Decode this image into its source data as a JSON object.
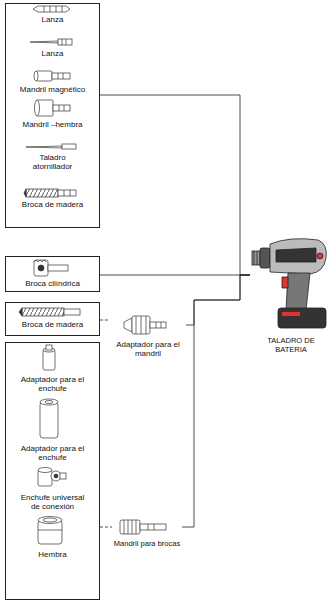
{
  "diagram": {
    "nodes": [
      {
        "text": [
          "Lanza",
          "Lanza",
          "Mandril magnético",
          "Mandril –hembra",
          "Taladro atornillador",
          "Broca de madera"
        ]
      },
      {
        "text": [
          "Broca cilíndrica"
        ]
      },
      {
        "text": [
          "Broca de madera"
        ]
      },
      {
        "text": [
          "Adaptador para el mandril"
        ]
      },
      {
        "text": [
          "Adaptador para el enchufe",
          "Adaptador para el enchufe",
          "Enchufe universal de conexión",
          "Hembra"
        ]
      },
      {
        "text": [
          "Mandril para brocas"
        ]
      },
      {
        "text": [
          "TALADRO DE BATERIA"
        ]
      }
    ],
    "edges": [
      {
        "from": 0,
        "to": 6,
        "arrow": "none"
      },
      {
        "from": 1,
        "to": 6,
        "arrow": "none"
      },
      {
        "from": 2,
        "to": 3,
        "arrow": "none"
      },
      {
        "from": 4,
        "to": 5,
        "arrow": "none"
      },
      {
        "from": 3,
        "to": 6,
        "arrow": "none"
      },
      {
        "from": 5,
        "to": 6,
        "arrow": "none"
      }
    ]
  }
}
